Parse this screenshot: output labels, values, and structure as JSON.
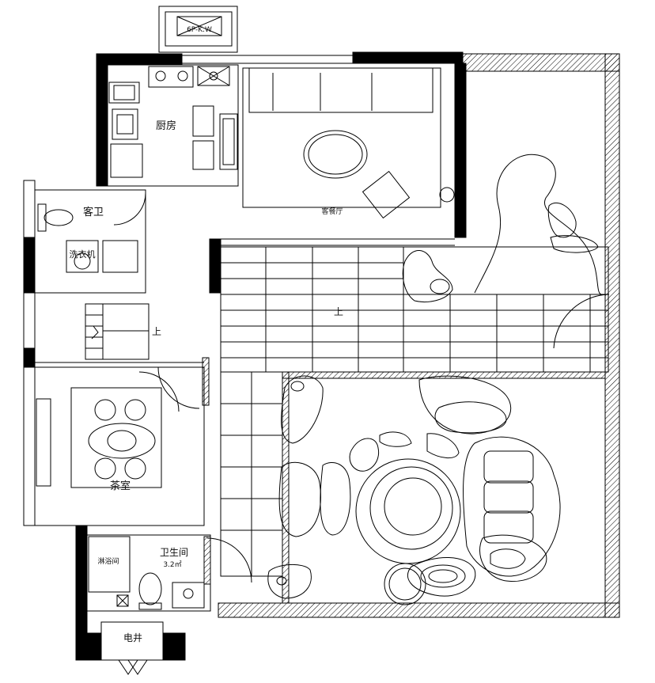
{
  "rooms": {
    "kitchen": "厨房",
    "guest_bath": "客卫",
    "washer": "洗衣机",
    "living_dining": "客餐厅",
    "stairs_up_left": "上",
    "stairs_up_main": "上",
    "tea_room": "茶室",
    "bathroom": "卫生间",
    "bathroom_area": "3.2㎡",
    "shower": "淋浴间",
    "shaft": "电井",
    "ac_unit": "6P-K.W"
  }
}
